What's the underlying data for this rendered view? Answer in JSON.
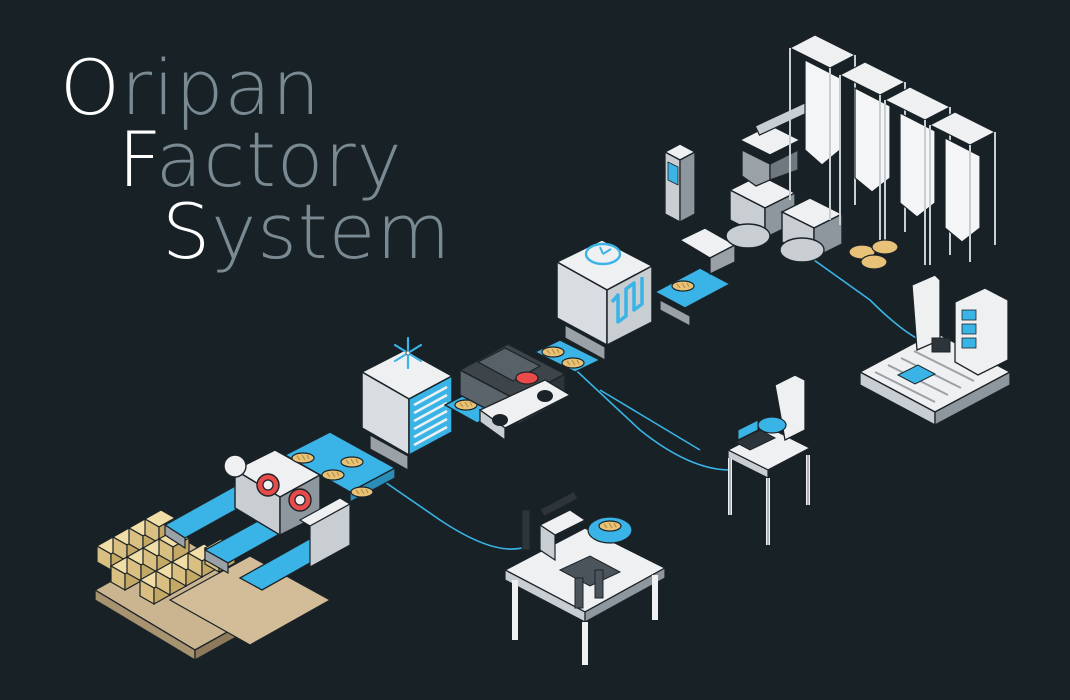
{
  "title": {
    "line1": {
      "initial": "O",
      "rest": "ripan"
    },
    "line2": {
      "initial": "F",
      "rest": "actory"
    },
    "line3": {
      "initial": "S",
      "rest": "ystem"
    }
  },
  "colors": {
    "background": "#172126",
    "accent": "#3ab4e6",
    "machine_light": "#eef0f2",
    "machine_mid": "#c9ced3",
    "machine_dark": "#8f979e",
    "outline": "#1b2328",
    "bread": "#e8c278",
    "crate": "#e2cc94",
    "pallet": "#cbb591"
  },
  "scene": {
    "icons": [
      "snowflake-icon",
      "clock-icon",
      "bread-icon",
      "robot-arm-icon",
      "monitor-icon",
      "silo-icon"
    ]
  }
}
